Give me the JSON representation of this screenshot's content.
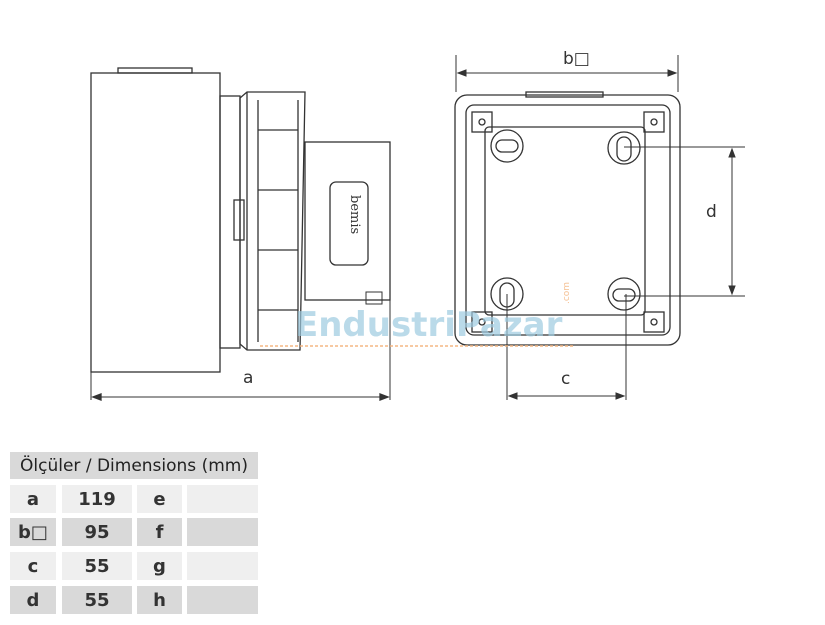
{
  "drawing": {
    "dim_a": "a",
    "dim_b": "b□",
    "dim_c": "c",
    "dim_d": "d",
    "brand_label": "bemis",
    "watermark": "EndustriPazar",
    "watermark_suffix": ".com"
  },
  "table": {
    "title": "Ölçüler / Dimensions (mm)",
    "rows": [
      {
        "k1": "a",
        "v1": "119",
        "k2": "e",
        "v2": ""
      },
      {
        "k1": "b□",
        "v1": "95",
        "k2": "f",
        "v2": ""
      },
      {
        "k1": "c",
        "v1": "55",
        "k2": "g",
        "v2": ""
      },
      {
        "k1": "d",
        "v1": "55",
        "k2": "h",
        "v2": ""
      }
    ]
  },
  "colors": {
    "line": "#333333",
    "watermark": "#9ecbe0",
    "watermark_accent": "#f3b27a"
  }
}
